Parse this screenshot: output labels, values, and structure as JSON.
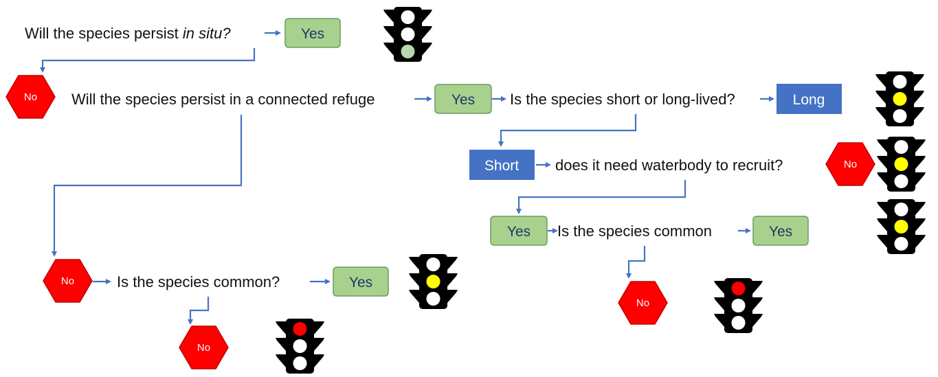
{
  "colors": {
    "yes_fill": "#A9D18E",
    "yes_stroke": "#6A9A5B",
    "yes_text": "#1F3864",
    "blue_fill": "#4472C4",
    "blue_text": "#ffffff",
    "no_fill": "#FF0000",
    "no_stroke": "#C00000",
    "connector": "#4472C4",
    "light_red": "#FF0000",
    "light_yellow": "#FFFF00",
    "light_green": "#B8D8B0",
    "light_off": "#FFFFFF",
    "light_body": "#000000"
  },
  "questions": {
    "q1_prefix": "Will the species persist ",
    "q1_italic": "in situ?",
    "q2": "Will the species persist in a connected refuge",
    "q3": "Is the species short or long-lived?",
    "q4": "does it need waterbody to recruit?",
    "q5": "Is the species common",
    "q6": "Is the species common?"
  },
  "answers": {
    "yes": "Yes",
    "no": "No",
    "long": "Long",
    "short": "Short"
  },
  "traffic_lights": [
    {
      "id": "light-persist-in-situ",
      "active": "green"
    },
    {
      "id": "light-long-lived",
      "active": "yellow"
    },
    {
      "id": "light-needs-waterbody-no",
      "active": "yellow"
    },
    {
      "id": "light-needs-waterbody-yes",
      "active": "yellow"
    },
    {
      "id": "light-refuge-common-no",
      "active": "red"
    },
    {
      "id": "light-not-refuge-common-yes",
      "active": "yellow"
    },
    {
      "id": "light-not-refuge-common-no",
      "active": "red"
    }
  ]
}
